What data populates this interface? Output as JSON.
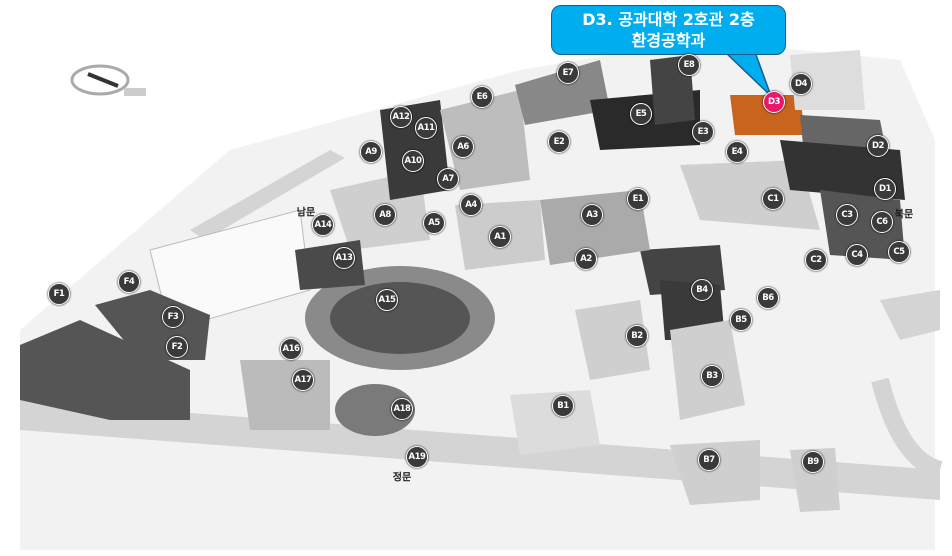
{
  "callout": {
    "line1": "D3. 공과대학 2호관 2층",
    "line2": "환경공학과",
    "color": "#00aeef"
  },
  "highlight": {
    "label": "D3",
    "color": "#e8196b"
  },
  "gates": {
    "south": "남문",
    "north": "북문",
    "main": "정문"
  },
  "markers": [
    "D4",
    "D2",
    "D1",
    "C1",
    "C3",
    "C6",
    "C5",
    "C4",
    "C2",
    "B6",
    "B5",
    "B4",
    "B3",
    "B2",
    "B1",
    "B7",
    "B9",
    "A1",
    "A2",
    "A3",
    "A4",
    "A5",
    "A6",
    "A7",
    "A8",
    "A9",
    "A10",
    "A11",
    "A12",
    "A13",
    "A14",
    "A15",
    "A16",
    "A17",
    "A18",
    "A19",
    "E1",
    "E2",
    "E3",
    "E4",
    "E5",
    "E6",
    "E7",
    "E8",
    "F1",
    "F2",
    "F3",
    "F4"
  ]
}
